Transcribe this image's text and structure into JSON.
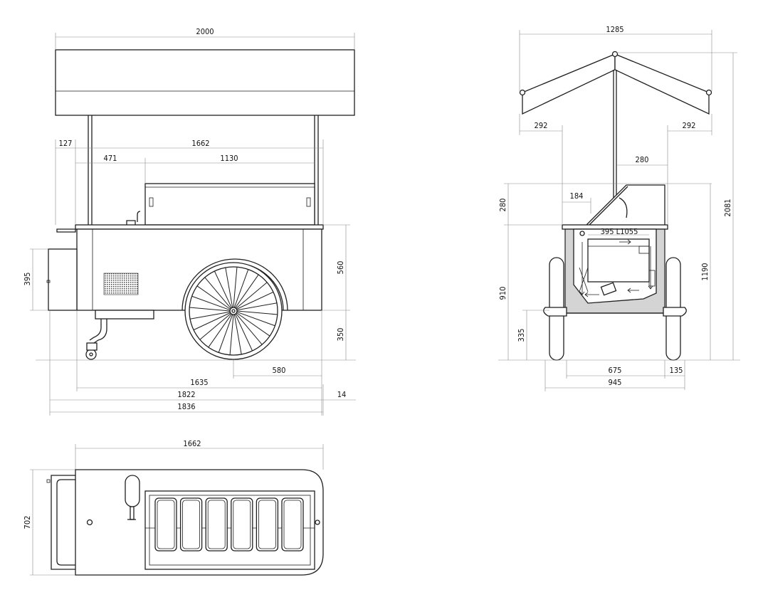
{
  "front_view": {
    "canopy_width": "2000",
    "left_overhang": "127",
    "counter_length": "1662",
    "left_offset": "471",
    "display_length": "1130",
    "drawer_height": "395",
    "body_height": "560",
    "ground_clearance": "350",
    "wheel_offset": "580",
    "body_length": "1635",
    "overall_length_a": "1822",
    "overall_length_b": "1836",
    "handle_offset": "14"
  },
  "side_view": {
    "canopy_width": "1285",
    "canopy_overhang_left": "292",
    "canopy_overhang_right": "292",
    "glass_depth": "280",
    "glass_offset": "184",
    "glass_height": "280",
    "tank_label": "395  L1055",
    "counter_height": "910",
    "axle_height": "335",
    "top_height": "1190",
    "overall_height": "2081",
    "track_width": "675",
    "wheel_width": "135",
    "overall_width": "945"
  },
  "top_view": {
    "length": "1662",
    "depth": "702",
    "pan_count": 6
  },
  "colors": {
    "line": "#1f1f1f",
    "dimension": "#8a8a8a",
    "section_fill": "#d4d4d4"
  }
}
